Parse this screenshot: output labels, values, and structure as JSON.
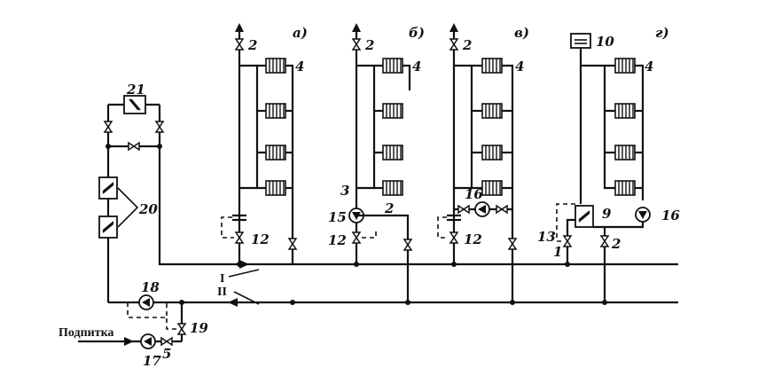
{
  "variant_labels": [
    "а)",
    "б)",
    "в)",
    "г)"
  ],
  "mains": {
    "supply": "I",
    "return": "II"
  },
  "makeup": "Подпитка",
  "numbers": {
    "n1": "1",
    "n2": "2",
    "n3": "3",
    "n4": "4",
    "n5": "5",
    "n9": "9",
    "n10": "10",
    "n12": "12",
    "n13": "13",
    "n15": "15",
    "n16": "16",
    "n17": "17",
    "n18": "18",
    "n19": "19",
    "n20": "20",
    "n21": "21"
  }
}
